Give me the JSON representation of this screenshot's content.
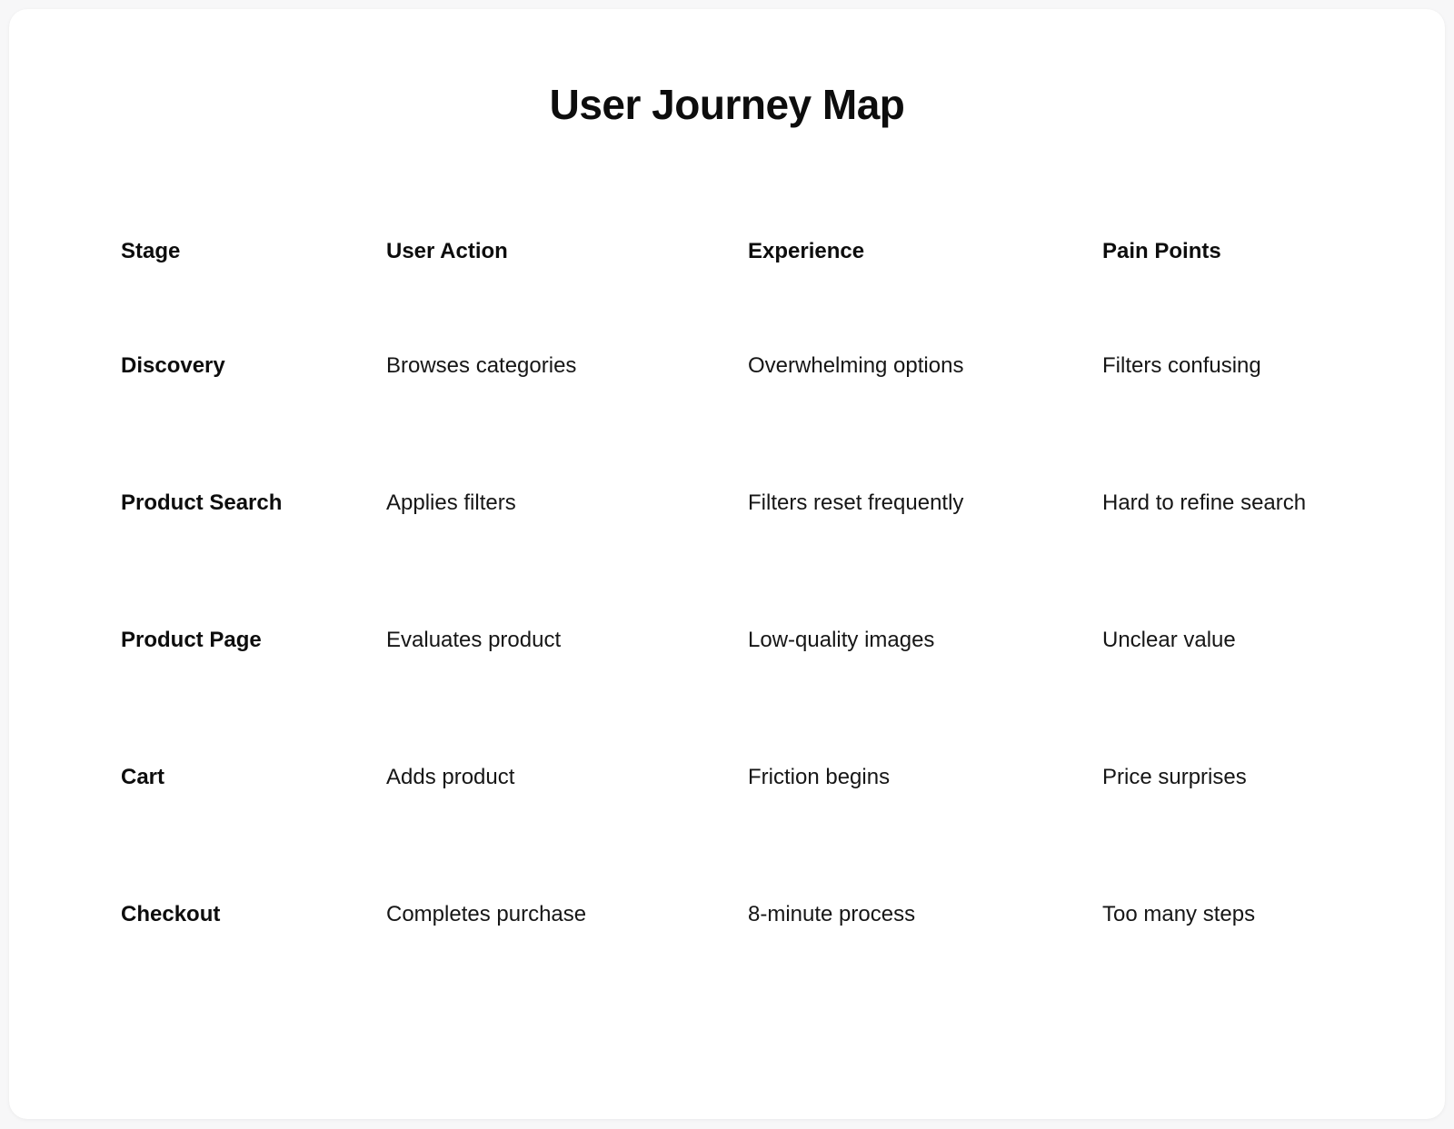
{
  "title": "User Journey Map",
  "table": {
    "columns": [
      "Stage",
      "User Action",
      "Experience",
      "Pain Points"
    ],
    "rows": [
      {
        "stage": "Discovery",
        "user_action": "Browses categories",
        "experience": "Overwhelming options",
        "pain_points": "Filters confusing"
      },
      {
        "stage": "Product Search",
        "user_action": "Applies filters",
        "experience": "Filters reset frequently",
        "pain_points": "Hard to refine search"
      },
      {
        "stage": "Product Page",
        "user_action": "Evaluates product",
        "experience": "Low-quality images",
        "pain_points": "Unclear value"
      },
      {
        "stage": "Cart",
        "user_action": "Adds product",
        "experience": "Friction begins",
        "pain_points": "Price surprises"
      },
      {
        "stage": "Checkout",
        "user_action": "Completes purchase",
        "experience": "8-minute process",
        "pain_points": "Too many steps"
      }
    ]
  },
  "colors": {
    "page_bg": "#f7f7f8",
    "card_bg": "#ffffff",
    "text": "#161616",
    "heading_text": "#0d0d0d"
  }
}
